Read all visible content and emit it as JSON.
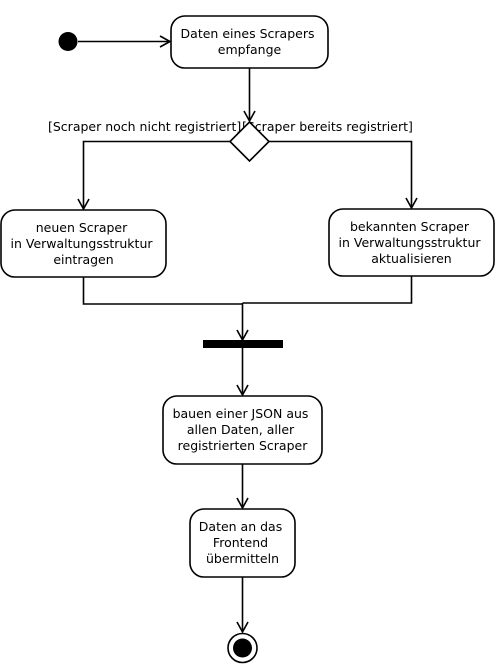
{
  "actions": {
    "receive": {
      "lines": [
        "Daten eines Scrapers",
        "empfange"
      ]
    },
    "register_new": {
      "lines": [
        "neuen Scraper",
        "in Verwaltungsstruktur",
        "eintragen"
      ]
    },
    "update_known": {
      "lines": [
        "bekannten Scraper",
        "in Verwaltungsstruktur",
        "aktualisieren"
      ]
    },
    "build_json": {
      "lines": [
        "bauen einer JSON aus",
        "allen Daten, aller",
        "registrierten Scraper"
      ]
    },
    "send_frontend": {
      "lines": [
        "Daten an das",
        "Frontend",
        "übermitteln"
      ]
    }
  },
  "guards": {
    "left": "[Scraper noch nicht registriert]",
    "right": "[Scraper bereits registriert]"
  }
}
